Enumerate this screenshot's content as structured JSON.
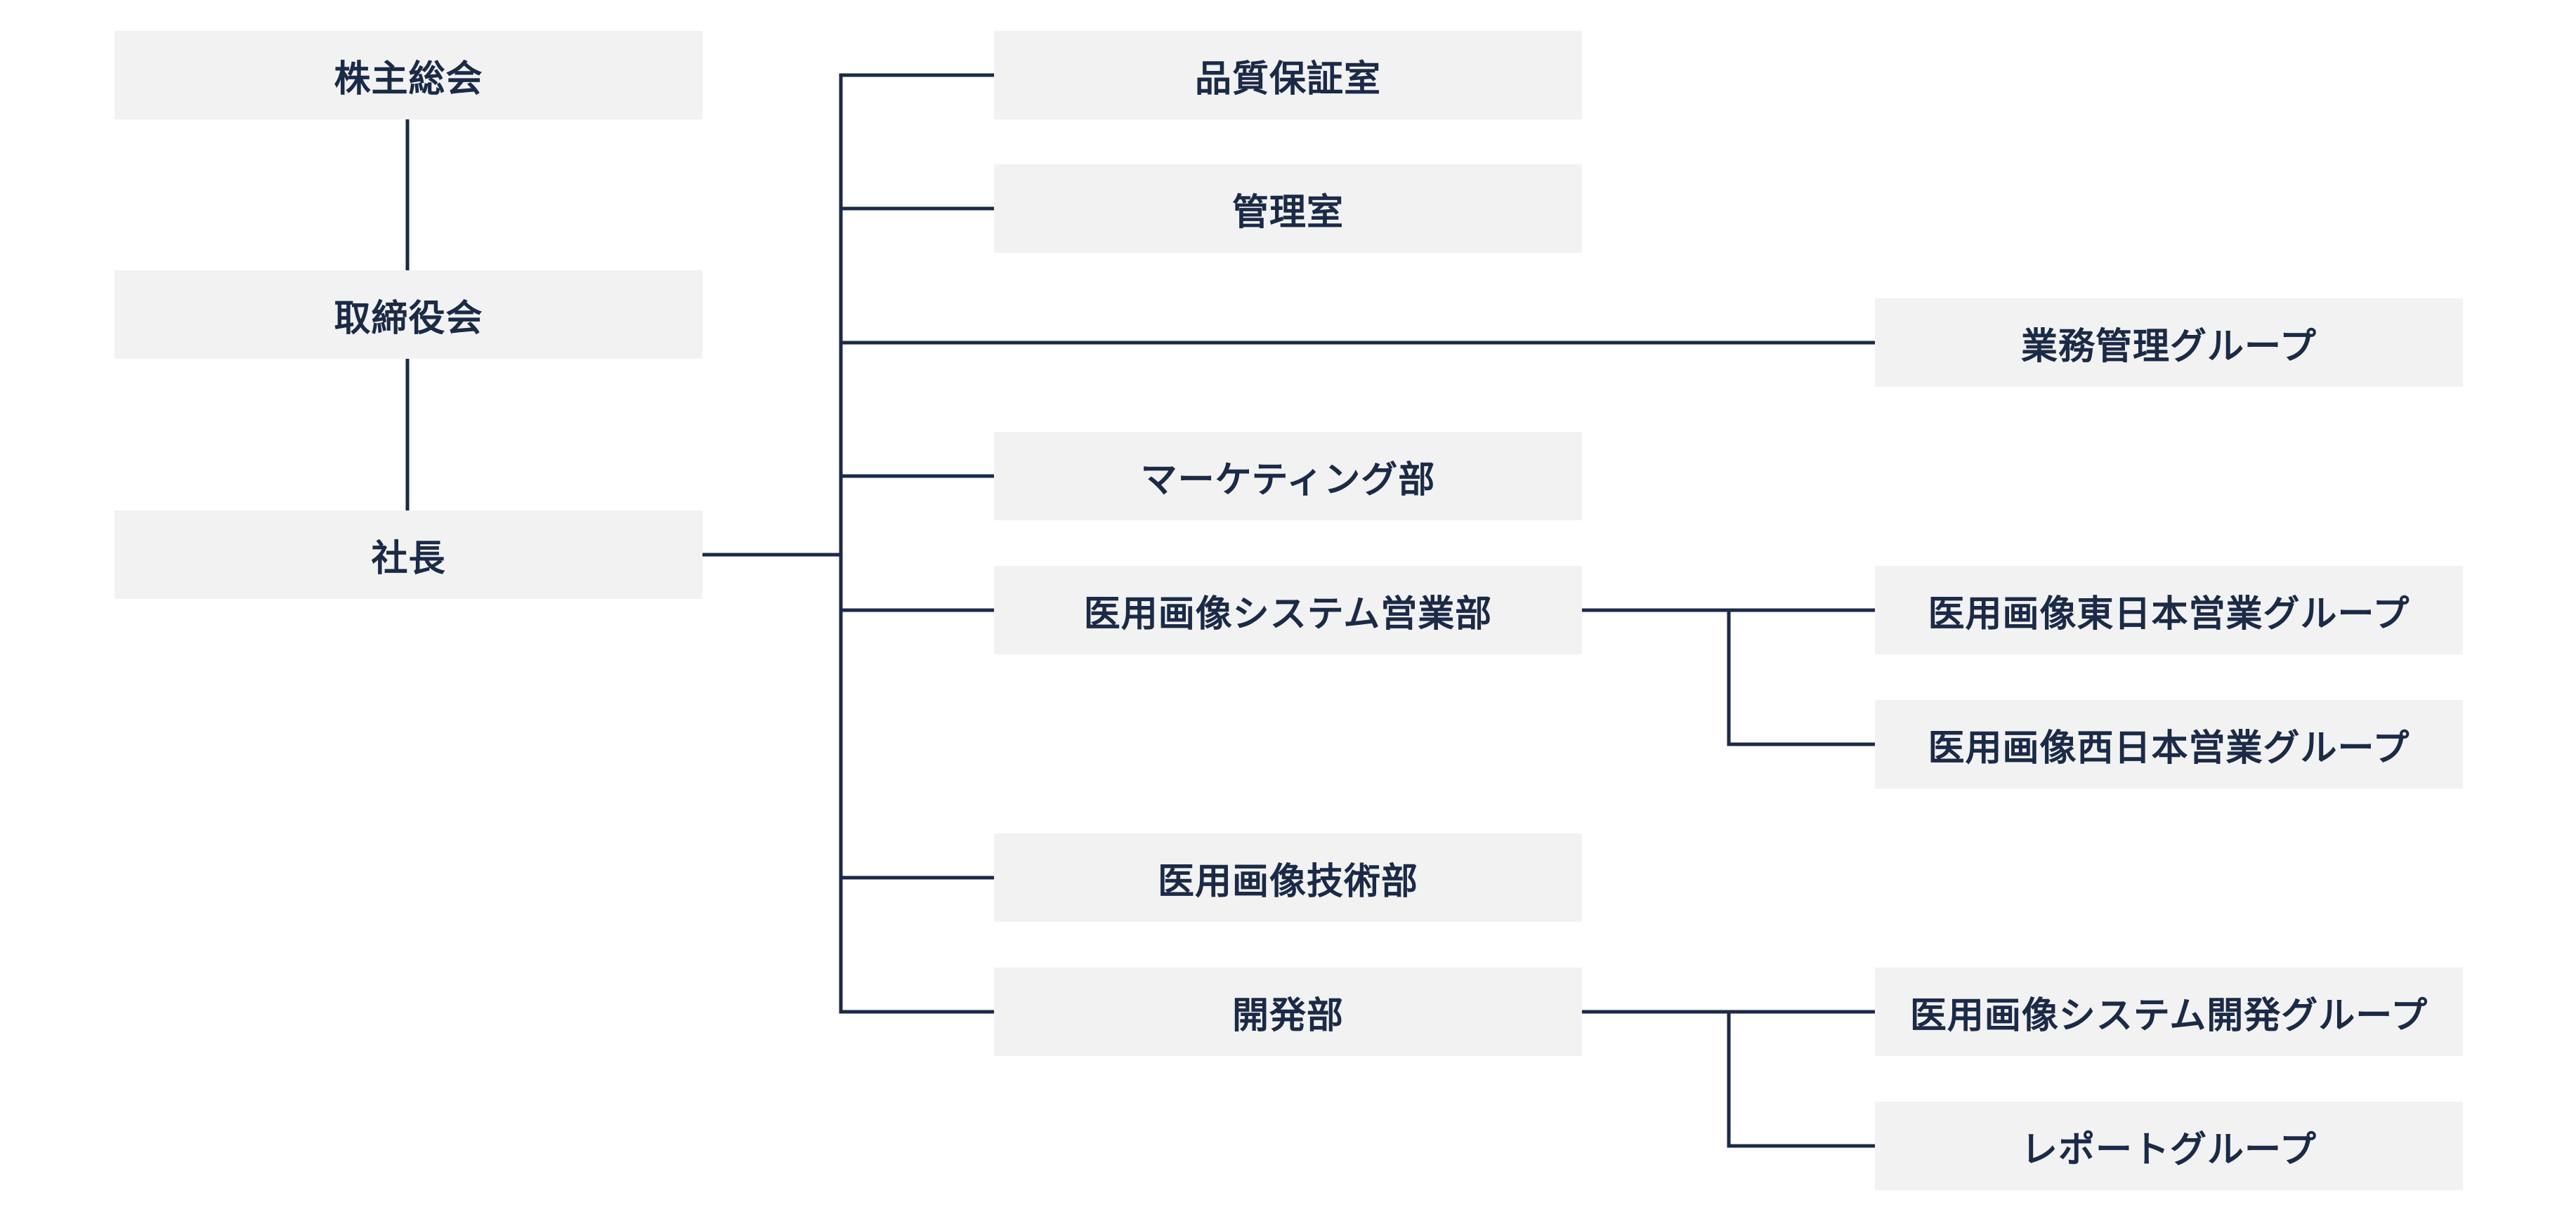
{
  "colors": {
    "background": "#ffffff",
    "box_fill": "#f2f2f2",
    "text_and_lines": "#1b2a47"
  },
  "nodes": {
    "shareholders_meeting": "株主総会",
    "board_of_directors": "取締役会",
    "president": "社長",
    "quality_assurance": "品質保証室",
    "management_office": "管理室",
    "business_management_group": "業務管理グループ",
    "marketing": "マーケティング部",
    "medical_imaging_sales": "医用画像システム営業部",
    "east_japan_sales_group": "医用画像東日本営業グループ",
    "west_japan_sales_group": "医用画像西日本営業グループ",
    "medical_imaging_tech": "医用画像技術部",
    "development": "開発部",
    "imaging_system_dev_group": "医用画像システム開発グループ",
    "report_group": "レポートグループ"
  }
}
